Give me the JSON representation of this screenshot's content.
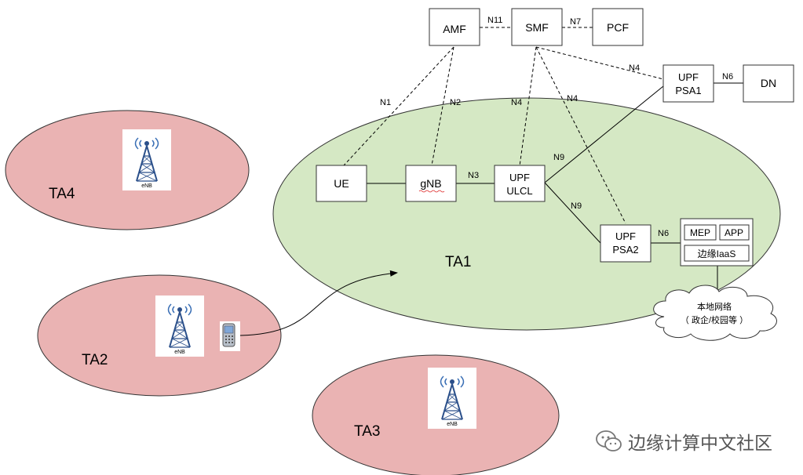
{
  "areas": {
    "ta1": "TA1",
    "ta2": "TA2",
    "ta3": "TA3",
    "ta4": "TA4"
  },
  "nodes": {
    "amf": "AMF",
    "smf": "SMF",
    "pcf": "PCF",
    "upf_psa1_line1": "UPF",
    "upf_psa1_line2": "PSA1",
    "dn": "DN",
    "ue": "UE",
    "gnb": "gNB",
    "upf_ulcl_line1": "UPF",
    "upf_ulcl_line2": "ULCL",
    "upf_psa2_line1": "UPF",
    "upf_psa2_line2": "PSA2",
    "mep": "MEP",
    "app": "APP",
    "edge_iaas": "边缘IaaS"
  },
  "interfaces": {
    "n11": "N11",
    "n7": "N7",
    "n4_smf_psa1": "N4",
    "n6_psa1_dn": "N6",
    "n1": "N1",
    "n2": "N2",
    "n4_smf_ulcl": "N4",
    "n4_smf_psa2": "N4",
    "n3": "N3",
    "n9_upper": "N9",
    "n9_lower": "N9",
    "n6_psa2_mec": "N6"
  },
  "local_network": {
    "line1": "本地网络",
    "line2": "（ 政企/校园等 ）"
  },
  "tower_label": "eNB",
  "watermark": "边缘计算中文社区",
  "colors": {
    "ta1_fill": "#d5e8c4",
    "ta_other_fill": "#eab3b3",
    "ellipse_stroke": "#333333"
  }
}
